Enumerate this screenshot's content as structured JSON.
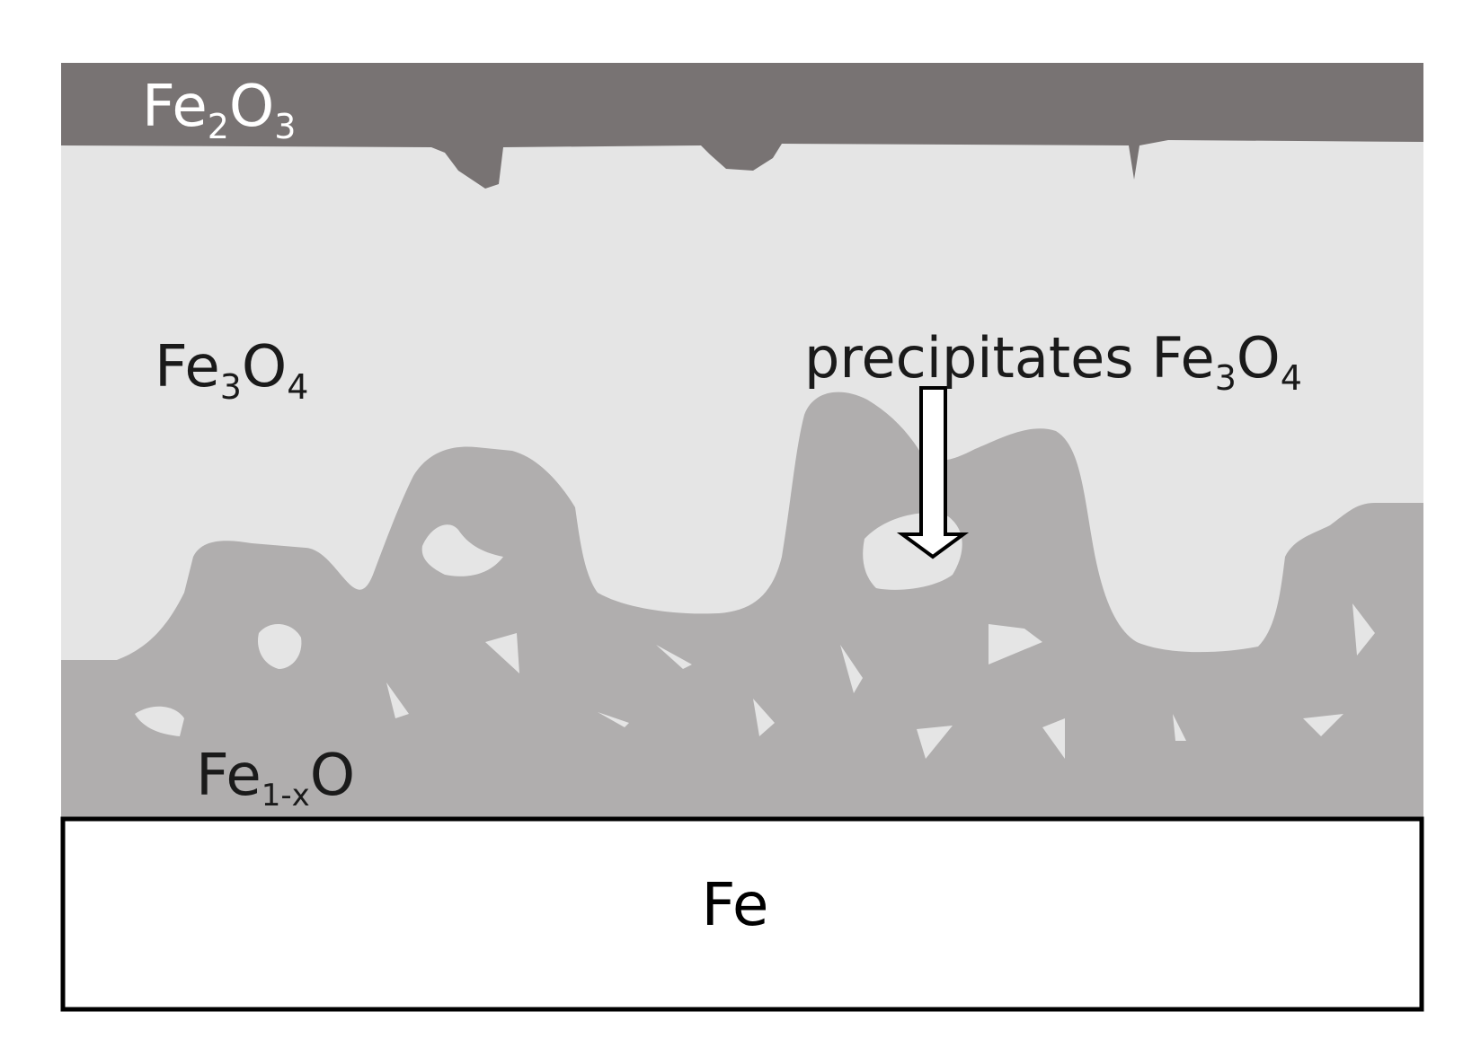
{
  "diagram": {
    "layers": [
      {
        "id": "fe2o3",
        "label_main": "Fe",
        "label_sub1": "2",
        "label_mid": "O",
        "label_sub2": "3",
        "color": "#787373"
      },
      {
        "id": "fe3o4",
        "label_main": "Fe",
        "label_sub1": "3",
        "label_mid": "O",
        "label_sub2": "4",
        "color": "#e5e5e5"
      },
      {
        "id": "fe1xo",
        "label_main": "Fe",
        "label_sub1": "1-x",
        "label_mid": "O",
        "label_sub2": "",
        "color": "#b0aeae"
      },
      {
        "id": "fe",
        "label_main": "Fe",
        "color": "#ffffff"
      }
    ],
    "annotation": {
      "prefix": "precipitates Fe",
      "sub1": "3",
      "mid": "O",
      "sub2": "4"
    },
    "colors": {
      "outline": "#000000",
      "label_light": "#ffffff",
      "label_dark": "#1a1a1a"
    }
  }
}
